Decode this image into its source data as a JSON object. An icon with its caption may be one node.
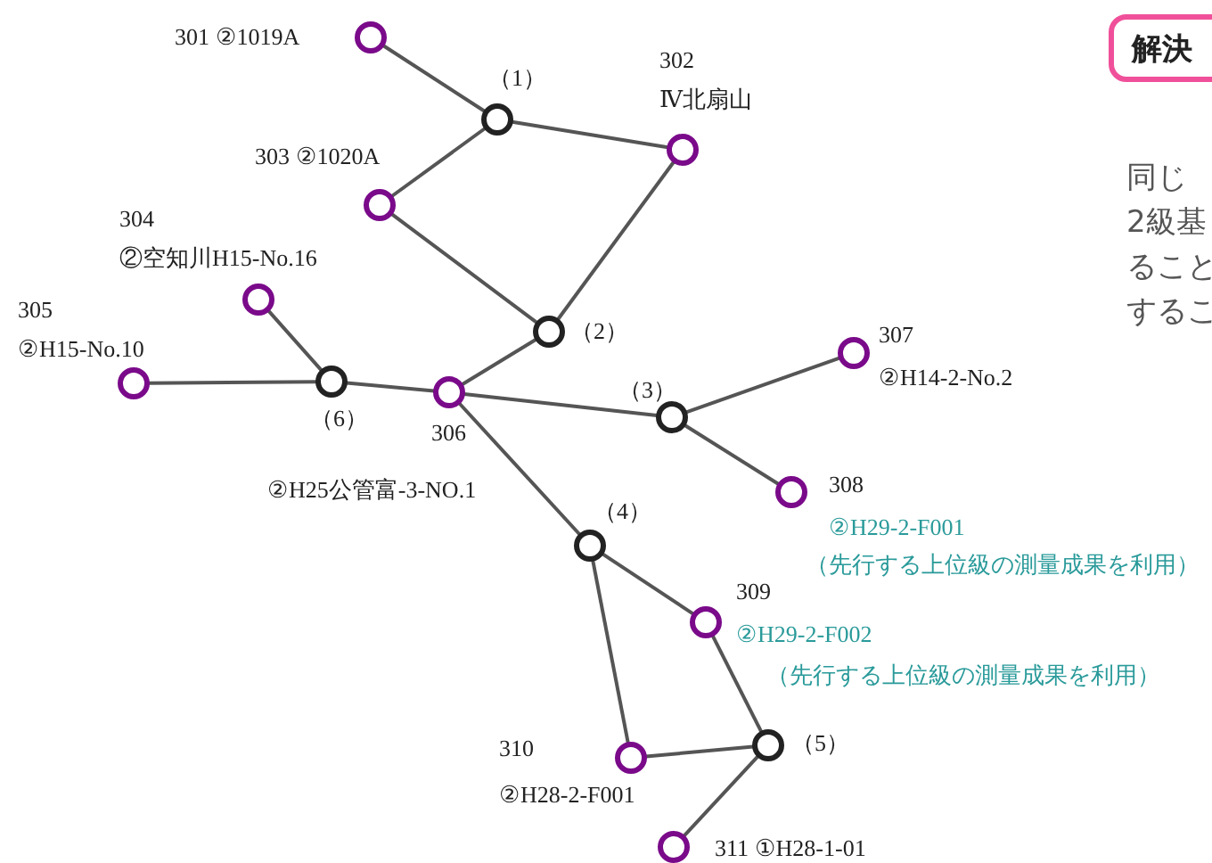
{
  "diagram": {
    "nodes": [
      {
        "text": [],
        "shape": "circle",
        "beside": [
          "301 ②1019A"
        ]
      },
      {
        "text": [],
        "shape": "circle",
        "beside": [
          "（1）"
        ]
      },
      {
        "text": [],
        "shape": "circle",
        "beside": [
          "302",
          "Ⅳ北扇山"
        ]
      },
      {
        "text": [],
        "shape": "circle",
        "beside": [
          "303 ②1020A"
        ]
      },
      {
        "text": [],
        "shape": "circle",
        "beside": [
          "304",
          "②空知川H15-No.16"
        ]
      },
      {
        "text": [],
        "shape": "circle",
        "beside": [
          "（2）"
        ]
      },
      {
        "text": [],
        "shape": "circle",
        "beside": [
          "305",
          "②H15-No.10"
        ]
      },
      {
        "text": [],
        "shape": "circle",
        "beside": [
          "（6）"
        ]
      },
      {
        "text": [],
        "shape": "circle",
        "beside": [
          "306",
          "②H25公管富-3-NO.1"
        ]
      },
      {
        "text": [],
        "shape": "circle",
        "beside": [
          "307",
          "②H14-2-No.2"
        ]
      },
      {
        "text": [],
        "shape": "circle",
        "beside": [
          "（3）"
        ]
      },
      {
        "text": [],
        "shape": "circle",
        "beside": [
          "308",
          "②H29-2-F001",
          "（先行する上位級の測量成果を利用）"
        ]
      },
      {
        "text": [],
        "shape": "circle",
        "beside": [
          "（4）"
        ]
      },
      {
        "text": [],
        "shape": "circle",
        "beside": [
          "309",
          "②H29-2-F002",
          "（先行する上位級の測量成果を利用）"
        ]
      },
      {
        "text": [],
        "shape": "circle",
        "beside": [
          "（5）"
        ]
      },
      {
        "text": [],
        "shape": "circle",
        "beside": [
          "310",
          "②H28-2-F001"
        ]
      },
      {
        "text": [],
        "shape": "circle",
        "beside": [
          "311 ①H28-1-01"
        ]
      },
      {
        "text": [
          "解決"
        ]
      }
    ],
    "edges": [
      {
        "from": 0,
        "to": 1,
        "arrow": "none"
      },
      {
        "from": 1,
        "to": 2,
        "arrow": "none"
      },
      {
        "from": 1,
        "to": 3,
        "arrow": "none"
      },
      {
        "from": 3,
        "to": 5,
        "arrow": "none"
      },
      {
        "from": 2,
        "to": 5,
        "arrow": "none"
      },
      {
        "from": 5,
        "to": 8,
        "arrow": "none"
      },
      {
        "from": 4,
        "to": 7,
        "arrow": "none"
      },
      {
        "from": 6,
        "to": 7,
        "arrow": "none"
      },
      {
        "from": 7,
        "to": 8,
        "arrow": "none"
      },
      {
        "from": 8,
        "to": 10,
        "arrow": "none"
      },
      {
        "from": 10,
        "to": 9,
        "arrow": "none"
      },
      {
        "from": 10,
        "to": 11,
        "arrow": "none"
      },
      {
        "from": 8,
        "to": 12,
        "arrow": "none"
      },
      {
        "from": 12,
        "to": 13,
        "arrow": "none"
      },
      {
        "from": 12,
        "to": 15,
        "arrow": "none"
      },
      {
        "from": 13,
        "to": 14,
        "arrow": "none"
      },
      {
        "from": 15,
        "to": 14,
        "arrow": "none"
      },
      {
        "from": 14,
        "to": 16,
        "arrow": "none"
      }
    ],
    "labels": [
      "同じ",
      "2級基",
      "ること",
      "するこ"
    ]
  }
}
